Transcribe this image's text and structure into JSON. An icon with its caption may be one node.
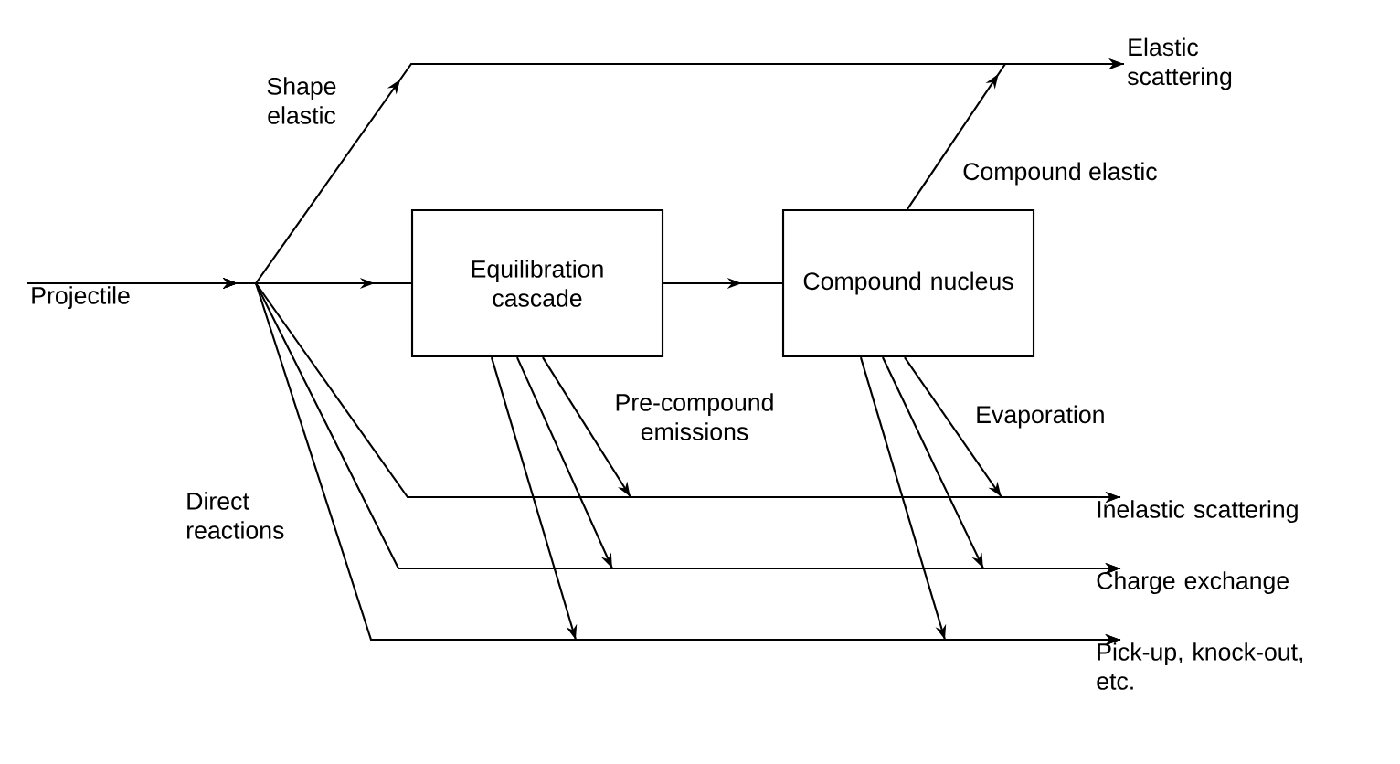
{
  "diagram": {
    "nodes": [
      {
        "text": [
          "Projectile"
        ]
      },
      {
        "text": [
          "Equilibration cascade"
        ]
      },
      {
        "text": [
          "Compound nucleus"
        ]
      },
      {
        "text": [
          "Elastic scattering"
        ]
      },
      {
        "text": [
          "Inelastic scattering"
        ]
      },
      {
        "text": [
          "Charge exchange"
        ]
      },
      {
        "text": [
          "Pick-up, knock-out, etc."
        ]
      }
    ],
    "edges": [
      {
        "from": 0,
        "to": 1,
        "arrow": "to"
      },
      {
        "from": 0,
        "to": 3,
        "arrow": "to",
        "label": "Shape elastic"
      },
      {
        "from": 0,
        "to": 4,
        "arrow": "to"
      },
      {
        "from": 0,
        "to": 5,
        "arrow": "to",
        "label": "Direct reactions"
      },
      {
        "from": 0,
        "to": 6,
        "arrow": "to"
      },
      {
        "from": 1,
        "to": 2,
        "arrow": "to"
      },
      {
        "from": 2,
        "to": 3,
        "arrow": "to",
        "label": "Compound elastic"
      },
      {
        "from": 1,
        "to": 4,
        "arrow": "to",
        "label": "Pre-compound emissions"
      },
      {
        "from": 1,
        "to": 5,
        "arrow": "to"
      },
      {
        "from": 1,
        "to": 6,
        "arrow": "to"
      },
      {
        "from": 2,
        "to": 4,
        "arrow": "to",
        "label": "Evaporation"
      },
      {
        "from": 2,
        "to": 5,
        "arrow": "to"
      },
      {
        "from": 2,
        "to": 6,
        "arrow": "to"
      }
    ]
  }
}
